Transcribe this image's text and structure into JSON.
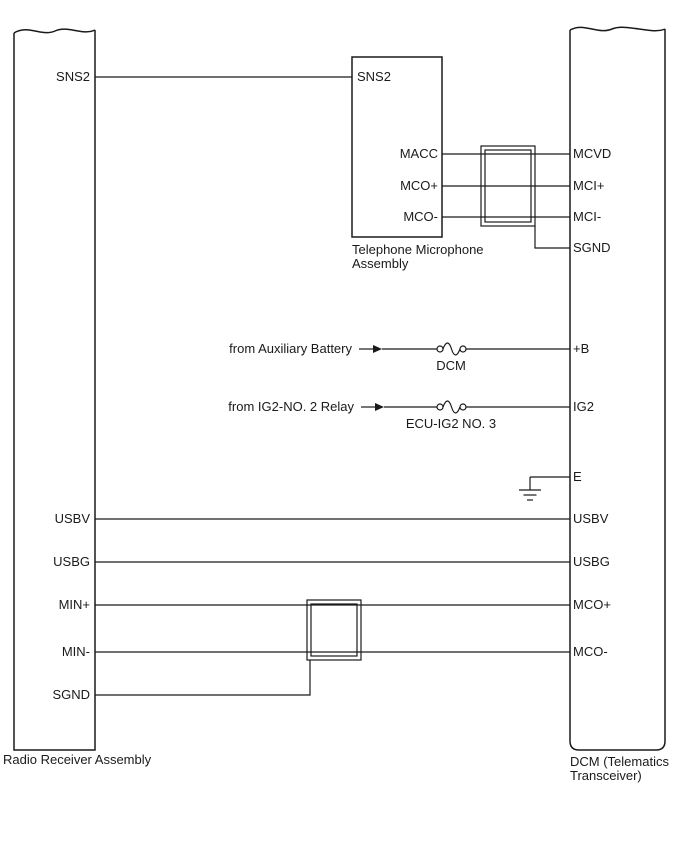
{
  "components": {
    "radio": {
      "label": "Radio Receiver Assembly",
      "pins": {
        "sns2": "SNS2",
        "usbv": "USBV",
        "usbg": "USBG",
        "min_plus": "MIN+",
        "min_minus": "MIN-",
        "sgnd": "SGND"
      }
    },
    "microphone": {
      "label_line1": "Telephone Microphone",
      "label_line2": "Assembly",
      "pins": {
        "sns2": "SNS2",
        "macc": "MACC",
        "mco_plus": "MCO+",
        "mco_minus": "MCO-"
      }
    },
    "dcm": {
      "label_line1": "DCM (Telematics",
      "label_line2": "Transceiver)",
      "pins": {
        "mcvd": "MCVD",
        "mci_plus": "MCI+",
        "mci_minus": "MCI-",
        "sgnd": "SGND",
        "plus_b": "+B",
        "ig2": "IG2",
        "e": "E",
        "usbv": "USBV",
        "usbg": "USBG",
        "mco_plus": "MCO+",
        "mco_minus": "MCO-"
      }
    }
  },
  "sources": {
    "battery": {
      "label": "from Auxiliary Battery",
      "fuse": "DCM"
    },
    "ig2_relay": {
      "label": "from IG2-NO. 2 Relay",
      "fuse": "ECU-IG2 NO. 3"
    }
  },
  "colors": {
    "line": "#1a1a1a",
    "background": "#ffffff"
  }
}
